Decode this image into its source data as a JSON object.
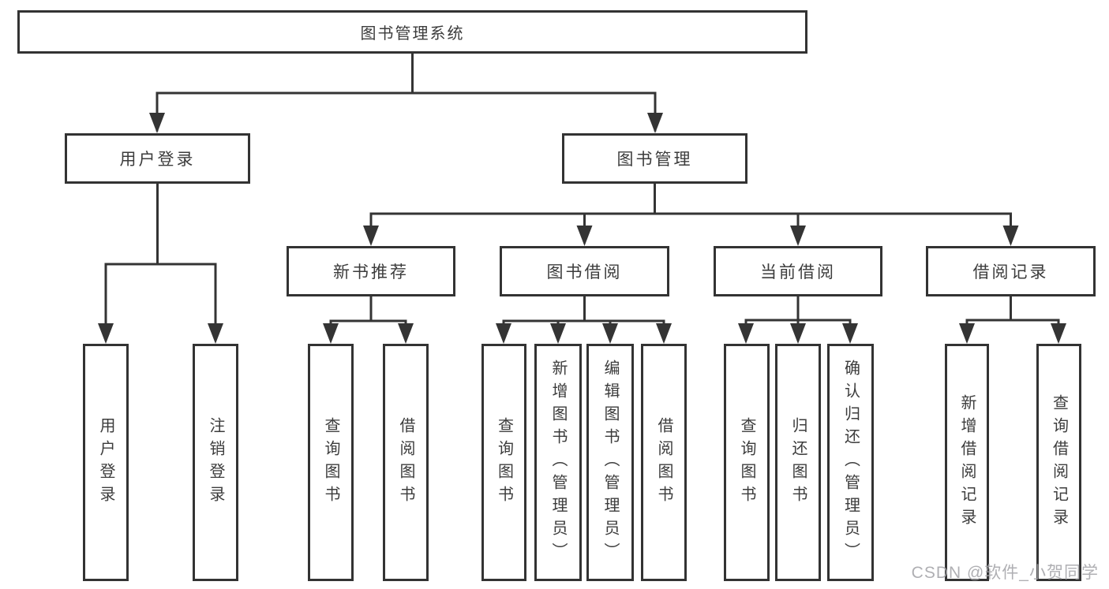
{
  "diagram": {
    "title": "图书管理系统",
    "branches": [
      {
        "label": "用户登录",
        "children": [
          {
            "label": "用户登录"
          },
          {
            "label": "注销登录"
          }
        ]
      },
      {
        "label": "图书管理",
        "children": [
          {
            "label": "新书推荐",
            "children": [
              {
                "label": "查询图书"
              },
              {
                "label": "借阅图书"
              }
            ]
          },
          {
            "label": "图书借阅",
            "children": [
              {
                "label": "查询图书"
              },
              {
                "label": "新增图书（管理员）"
              },
              {
                "label": "编辑图书（管理员）"
              },
              {
                "label": "借阅图书"
              }
            ]
          },
          {
            "label": "当前借阅",
            "children": [
              {
                "label": "查询图书"
              },
              {
                "label": "归还图书"
              },
              {
                "label": "确认归还（管理员）"
              }
            ]
          },
          {
            "label": "借阅记录",
            "children": [
              {
                "label": "新增借阅记录"
              },
              {
                "label": "查询借阅记录"
              }
            ]
          }
        ]
      }
    ]
  },
  "watermark": {
    "text": "CSDN @软件_小贺同学"
  },
  "colors": {
    "line": "#343434",
    "border": "#333333",
    "text": "#3c3c3c",
    "background": "#ffffff",
    "watermark": "#a2a2a6"
  }
}
